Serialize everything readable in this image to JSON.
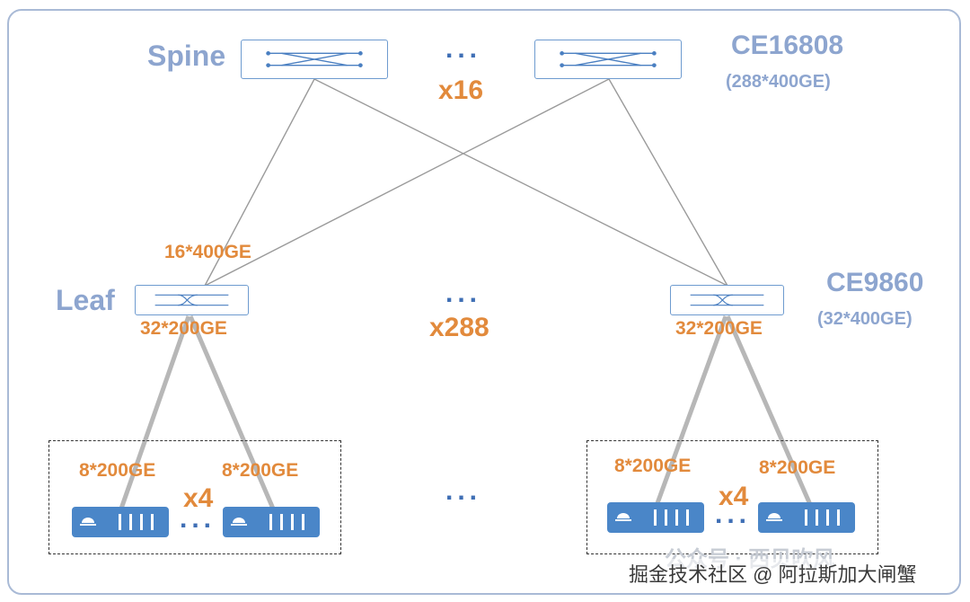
{
  "spine": {
    "role_label": "Spine",
    "model": "CE16808",
    "model_ports": "(288*400GE)",
    "count": "x16",
    "uplink_label": "16*400GE"
  },
  "leaf": {
    "role_label": "Leaf",
    "model": "CE9860",
    "model_ports": "(32*400GE)",
    "count": "x288",
    "downlink_left": "32*200GE",
    "downlink_right": "32*200GE"
  },
  "groups": {
    "left": {
      "port_a": "8*200GE",
      "port_b": "8*200GE",
      "count": "x4"
    },
    "right": {
      "port_a": "8*200GE",
      "port_b": "8*200GE",
      "count": "x4"
    }
  },
  "ellipsis": "...",
  "watermark": {
    "faint": "公众号 · 西贝吹风",
    "credit": "掘金技术社区 @ 阿拉斯加大闸蟹"
  },
  "colors": {
    "accent_blue": "#8da5cf",
    "device_blue": "#4a86c8",
    "label_orange": "#e28a3c"
  }
}
